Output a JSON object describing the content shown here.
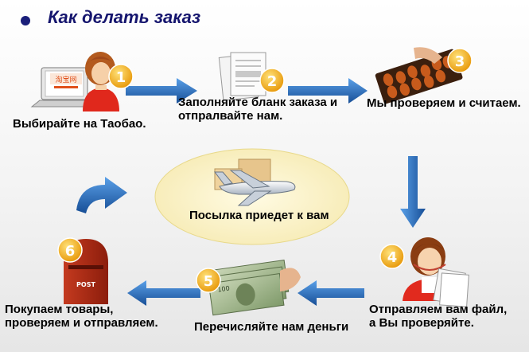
{
  "title": "Как делать заказ",
  "steps": [
    {
      "number": "1",
      "label_lines": [
        "Выбирайте на Таобао."
      ]
    },
    {
      "number": "2",
      "label_lines": [
        "Заполняйте бланк заказа и",
        "отпралвайте нам."
      ]
    },
    {
      "number": "3",
      "label_lines": [
        "Мы проверяем и считаем."
      ]
    },
    {
      "number": "4",
      "label_lines": [
        "Отправляем вам файл,",
        "а Вы проверяйте."
      ]
    },
    {
      "number": "5",
      "label_lines": [
        "Перечисляйте нам деньги"
      ]
    },
    {
      "number": "6",
      "label_lines": [
        "Покупаем товары,",
        "проверяем и отправляем."
      ]
    }
  ],
  "center": {
    "label": "Посылка приедет к вам"
  },
  "logo_text": "淘宝网",
  "mailbox_text": "POST",
  "icons": [
    "laptop-icon",
    "woman-icon",
    "order-forms-icon",
    "abacus-icon",
    "woman-with-papers-icon",
    "money-icon",
    "mailbox-icon",
    "airplane-icon",
    "packages-icon"
  ],
  "colors": {
    "title": "#15156e",
    "arrow": "#1f5fae",
    "badge": "#f4b21b",
    "ellipse": "#fbf3c4"
  }
}
